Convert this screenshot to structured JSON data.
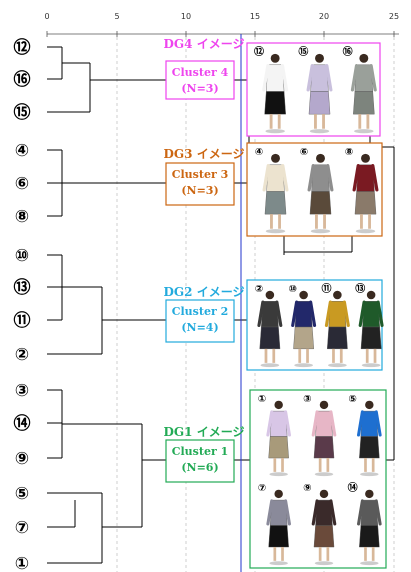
{
  "axis": {
    "ticks": [
      "0",
      "5",
      "10",
      "15",
      "20",
      "25"
    ]
  },
  "leaves": [
    "⑫",
    "⑯",
    "⑮",
    "④",
    "⑥",
    "⑧",
    "⑩",
    "⑬",
    "⑪",
    "②",
    "③",
    "⑭",
    "⑨",
    "⑤",
    "⑦",
    "①"
  ],
  "clusters": [
    {
      "dg": "DG4 イメージ",
      "name": "Cluster 4",
      "n": "(N=3)",
      "color": "#ee44ee",
      "items": [
        {
          "num": "⑫",
          "top": "#f4f4f4",
          "bottom": "#111111"
        },
        {
          "num": "⑮",
          "top": "#c9c0dd",
          "bottom": "#b4a8cc"
        },
        {
          "num": "⑯",
          "top": "#9aa09a",
          "bottom": "#7d847d"
        }
      ]
    },
    {
      "dg": "DG3 イメージ",
      "name": "Cluster 3",
      "n": "(N=3)",
      "color": "#cc6611",
      "items": [
        {
          "num": "④",
          "top": "#ece3cf",
          "bottom": "#7d8a8a"
        },
        {
          "num": "⑥",
          "top": "#8e8e8e",
          "bottom": "#5a4a3a"
        },
        {
          "num": "⑧",
          "top": "#7a1a22",
          "bottom": "#8a7a6a"
        }
      ]
    },
    {
      "dg": "DG2 イメージ",
      "name": "Cluster 2",
      "n": "(N=4)",
      "color": "#22aadd",
      "items": [
        {
          "num": "②",
          "top": "#3a3a3a",
          "bottom": "#2a2a36"
        },
        {
          "num": "⑩",
          "top": "#22286a",
          "bottom": "#b3a58a"
        },
        {
          "num": "⑪",
          "top": "#c99a22",
          "bottom": "#2a2a36"
        },
        {
          "num": "⑬",
          "top": "#1f5a2a",
          "bottom": "#222222"
        }
      ]
    },
    {
      "dg": "DG1 イメージ",
      "name": "Cluster 1",
      "n": "(N=6)",
      "color": "#22aa55",
      "items": [
        {
          "num": "①",
          "top": "#d8c6e6",
          "bottom": "#a89a7a"
        },
        {
          "num": "③",
          "top": "#e7b6c6",
          "bottom": "#5a3a4a"
        },
        {
          "num": "⑤",
          "top": "#1e6fd0",
          "bottom": "#222222"
        },
        {
          "num": "⑦",
          "top": "#8a8a9a",
          "bottom": "#111111"
        },
        {
          "num": "⑨",
          "top": "#3a2a2a",
          "bottom": "#6a4a3a"
        },
        {
          "num": "⑭",
          "top": "#5a5a5a",
          "bottom": "#1a1a1a"
        }
      ]
    }
  ],
  "colors": {
    "cutoff": "#2233cc",
    "tree": "#000000"
  }
}
